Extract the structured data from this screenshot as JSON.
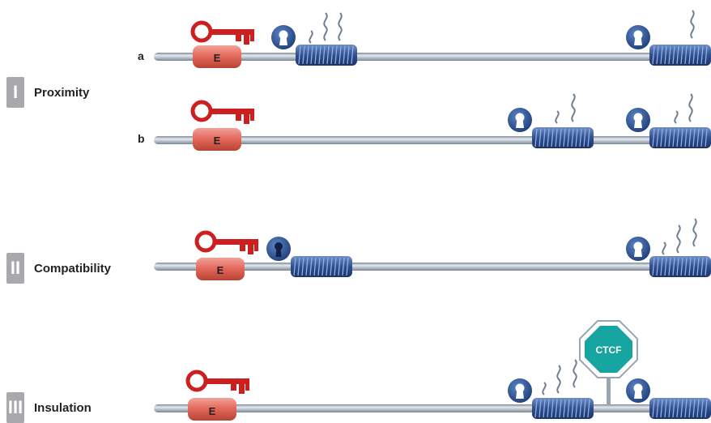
{
  "sections": [
    {
      "numeral": "I",
      "title": "Proximity"
    },
    {
      "numeral": "II",
      "title": "Compatibility"
    },
    {
      "numeral": "III",
      "title": "Insulation"
    }
  ],
  "rows": {
    "a": "a",
    "b": "b"
  },
  "enhancer_label": "E",
  "insulator_label": "CTCF",
  "colors": {
    "enhancer": "#e0675a",
    "key": "#cc1f1f",
    "gene": "#3d5e9e",
    "lock": "#2e5a9c",
    "dna": "#b9c3ce",
    "transcript": "#6f7f92",
    "ctcf": "#16a5a0",
    "numeral_bg": "#a9a9ad"
  }
}
